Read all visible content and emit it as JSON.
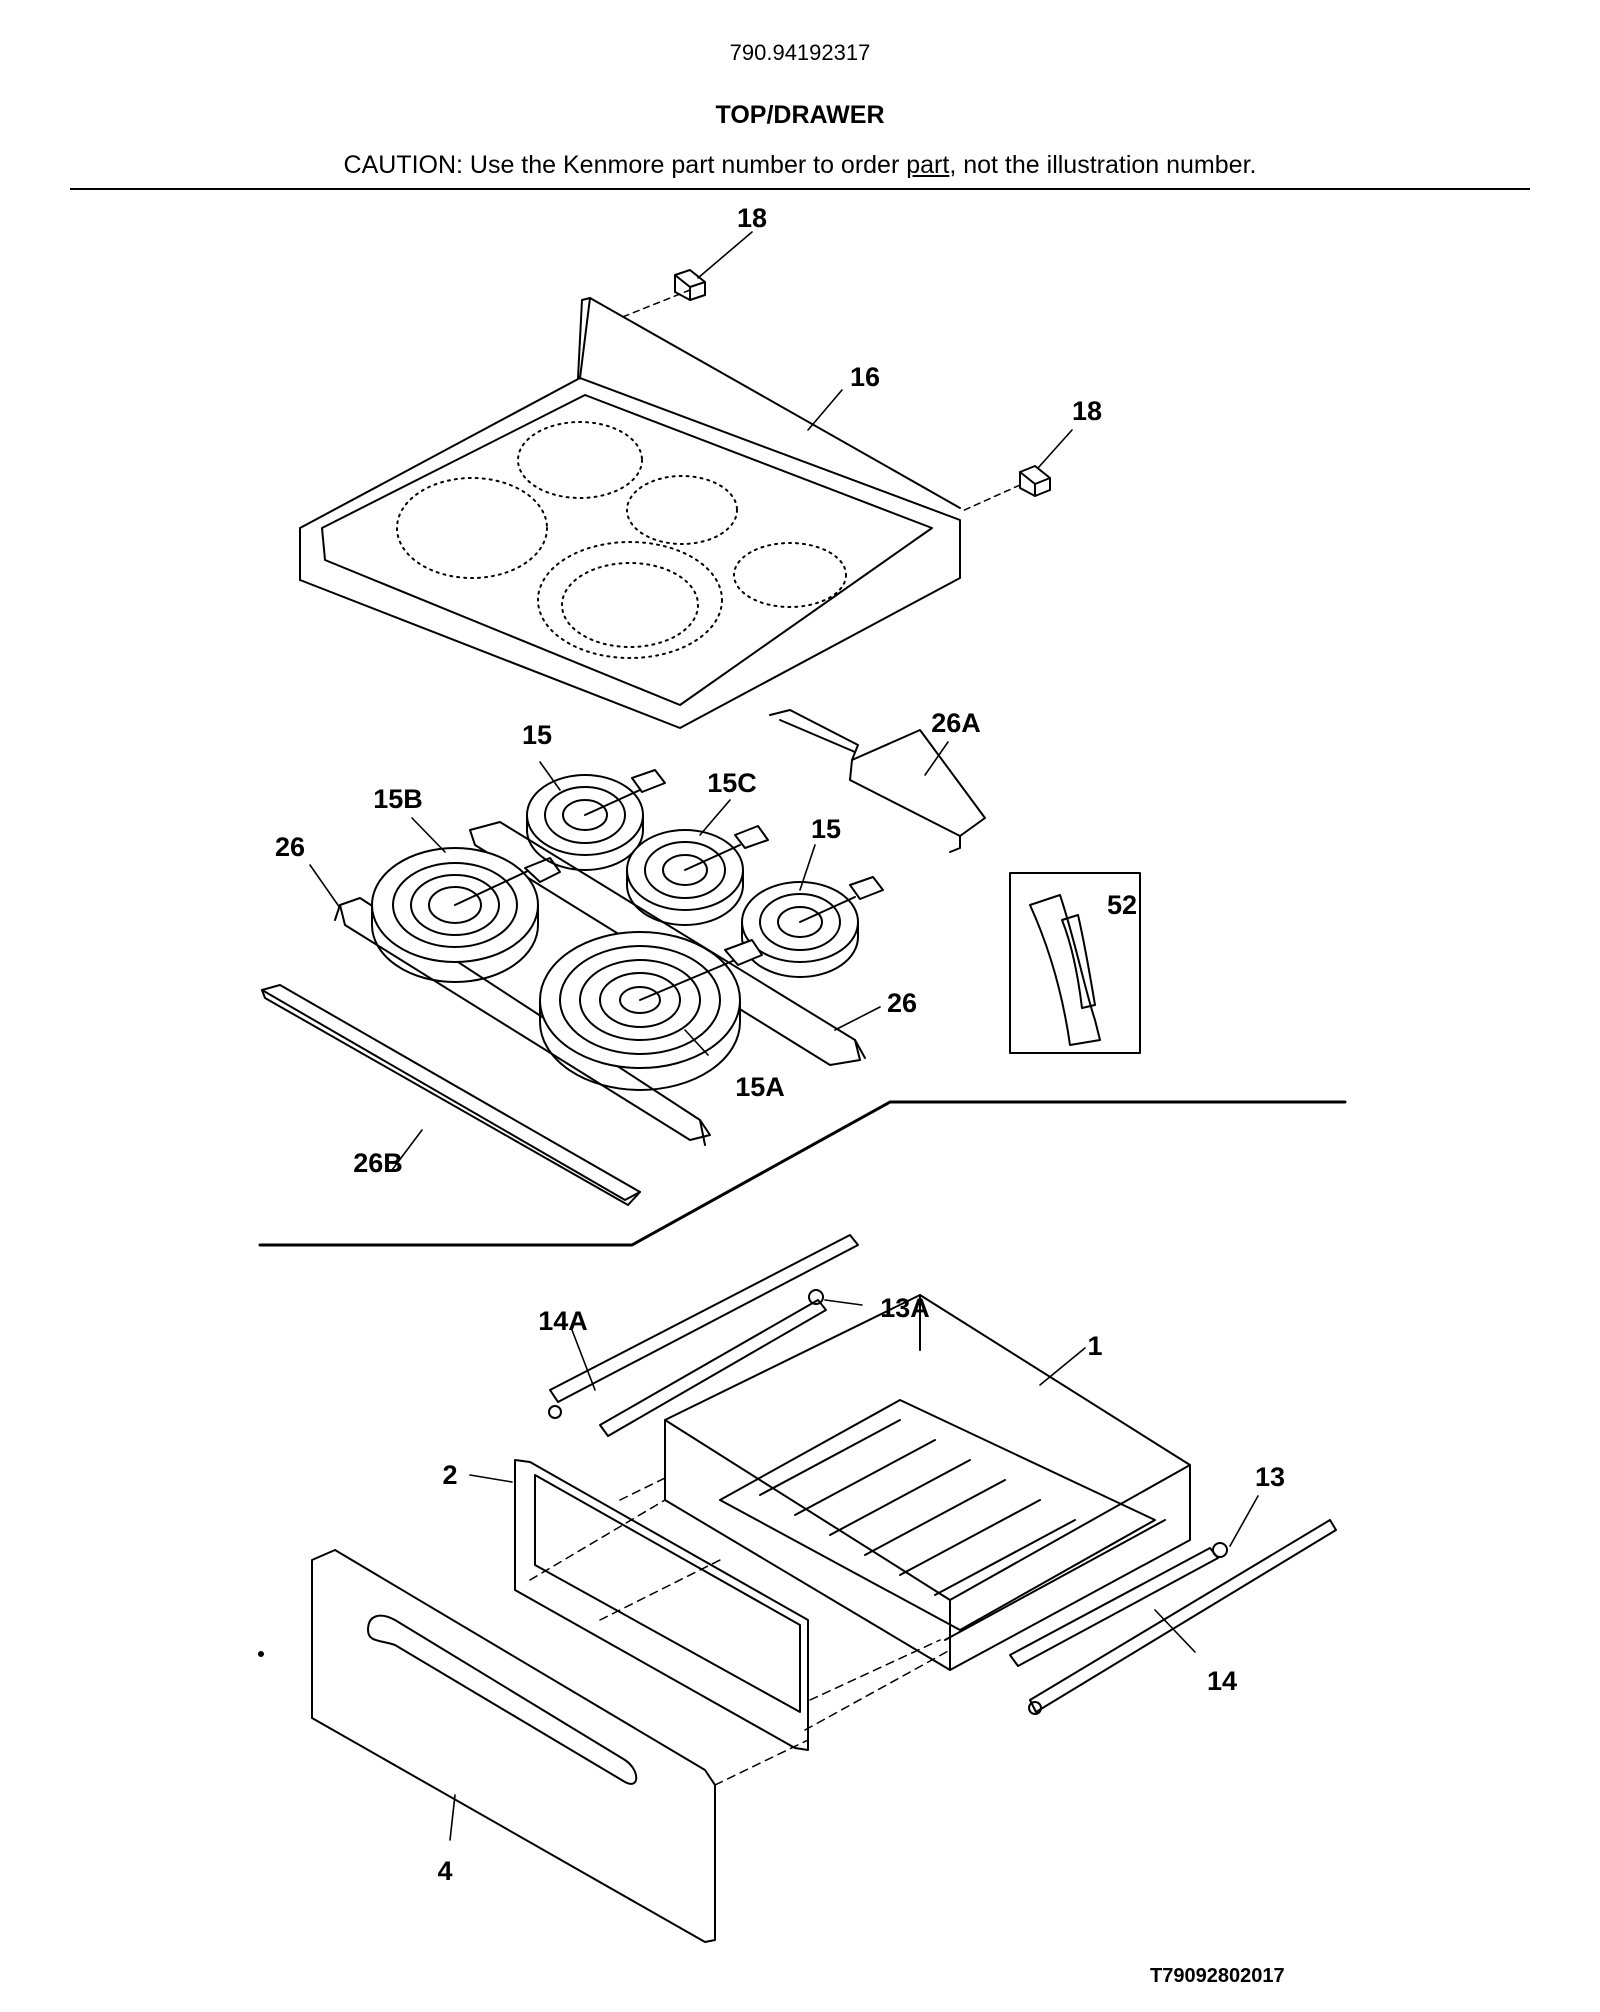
{
  "header": {
    "model_number": "790.94192317",
    "title": "TOP/DRAWER",
    "caution_prefix": "CAUTION: Use the Kenmore part number to order ",
    "caution_link": "part",
    "caution_suffix": ", not the illustration number."
  },
  "callouts": {
    "c18a": "18",
    "c16": "16",
    "c18b": "18",
    "c26A": "26A",
    "c15a": "15",
    "c15C": "15C",
    "c15B": "15B",
    "c15b": "15",
    "c26a": "26",
    "c52": "52",
    "c26b": "26",
    "c15A": "15A",
    "c26B": "26B",
    "c13A": "13A",
    "c14A": "14A",
    "c1": "1",
    "c2": "2",
    "c13": "13",
    "c14": "14",
    "c4": "4"
  },
  "footer": {
    "figure_code": "T79092802017"
  }
}
